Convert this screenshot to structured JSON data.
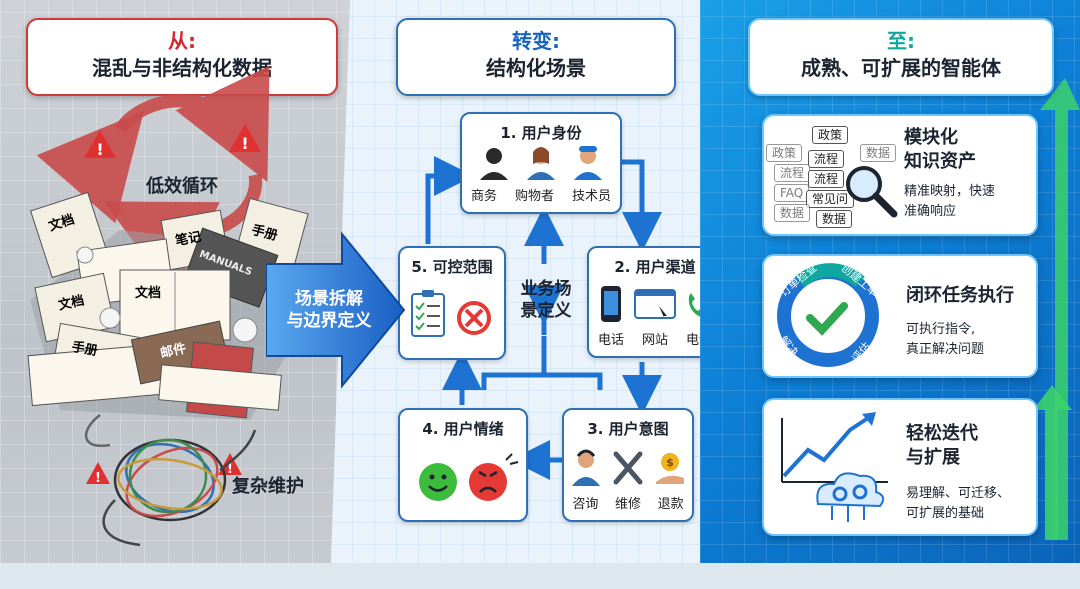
{
  "left": {
    "header_top": "从:",
    "header_bottom": "混乱与非结构化数据",
    "cycle_label": "低效循环",
    "doc_labels": [
      "文档",
      "手册",
      "笔记",
      "MANUALS",
      "文档",
      "文档",
      "手册",
      "邮件"
    ],
    "maintenance_label": "复杂维护"
  },
  "arrow_label": [
    "场景拆解",
    "与边界定义"
  ],
  "middle": {
    "header_top": "转变:",
    "header_bottom": "结构化场景",
    "center_label": [
      "业务场",
      "景定义"
    ],
    "nodes": [
      {
        "title": "1. 用户身份",
        "labels": [
          "商务",
          "购物者",
          "技术员"
        ]
      },
      {
        "title": "2. 用户渠道",
        "labels": [
          "电话",
          "网站",
          "电话"
        ]
      },
      {
        "title": "3. 用户意图",
        "labels": [
          "咨询",
          "维修",
          "退款"
        ]
      },
      {
        "title": "4. 用户情绪",
        "labels": []
      },
      {
        "title": "5. 可控范围",
        "labels": []
      }
    ]
  },
  "right": {
    "header_top": "至:",
    "header_bottom": "成熟、可扩展的智能体",
    "cards": [
      {
        "title": [
          "模块化",
          "知识资产"
        ],
        "desc": [
          "精准映射，快速",
          "准确响应"
        ],
        "tags": [
          "政策",
          "流程",
          "政策",
          "数据",
          "流程",
          "流程",
          "FAQ",
          "常见问",
          "数据",
          "数据"
        ]
      },
      {
        "title": [
          "闭环任务执行"
        ],
        "desc": [
          "可执行指令,",
          "真正解决问题"
        ],
        "cycle": [
          "订单检查",
          "创建工单",
          "评估",
          "解决"
        ]
      },
      {
        "title": [
          "轻松迭代",
          "与扩展"
        ],
        "desc": [
          "易理解、可迁移、",
          "可扩展的基础"
        ]
      }
    ]
  },
  "colors": {
    "accent_red": "#d7262b",
    "accent_blue": "#1565c0",
    "accent_green": "#2fa84f",
    "accent_teal": "#0fa7a0"
  }
}
